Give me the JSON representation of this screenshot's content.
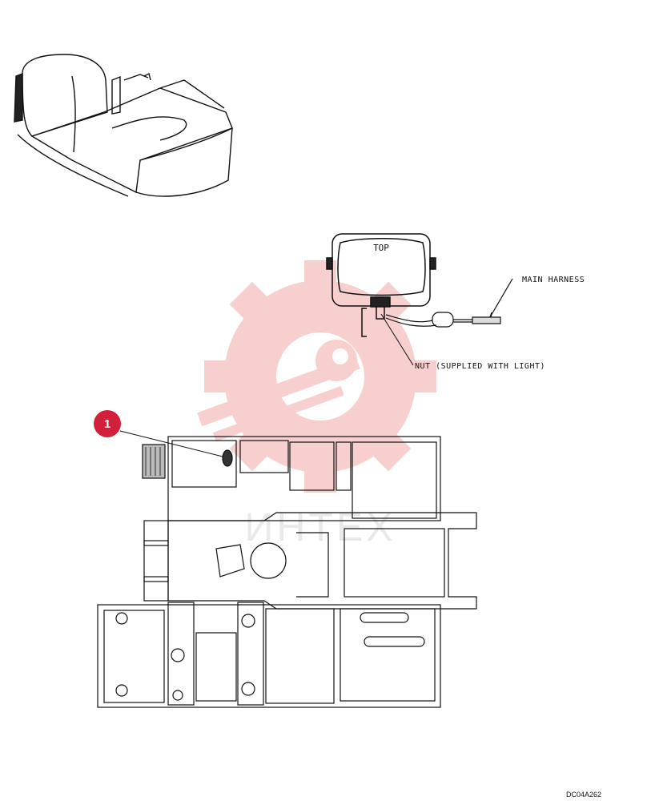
{
  "labels": {
    "top": "TOP",
    "main_harness": "MAIN HARNESS",
    "nut": "NUT (SUPPLIED WITH LIGHT)"
  },
  "callouts": [
    {
      "number": "1"
    }
  ],
  "document_code": "DC04A262",
  "watermark": {
    "text": "ИНТЕХ",
    "color": "#f0c0c0"
  }
}
